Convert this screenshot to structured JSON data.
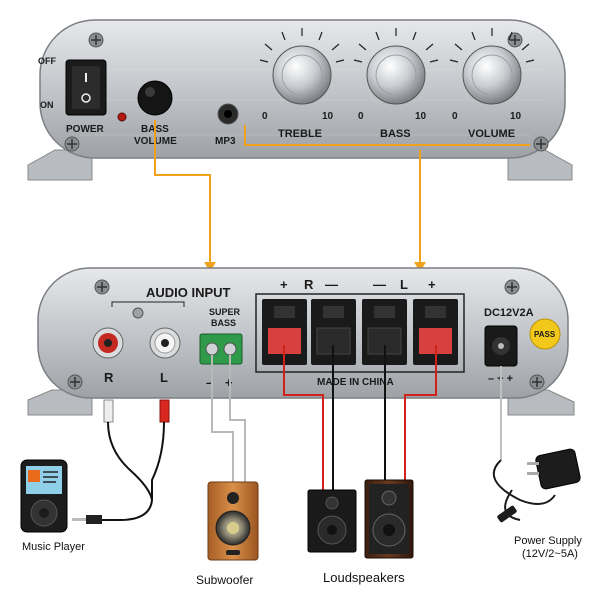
{
  "front_panel": {
    "switch_off": "OFF",
    "switch_on": "ON",
    "power": "POWER",
    "bass_volume_line1": "BASS",
    "bass_volume_line2": "VOLUME",
    "mp3": "MP3",
    "knobs": [
      {
        "name": "TREBLE",
        "min": "0",
        "max": "10"
      },
      {
        "name": "BASS",
        "min": "0",
        "max": "10"
      },
      {
        "name": "VOLUME",
        "min": "0",
        "max": "10"
      }
    ]
  },
  "rear_panel": {
    "audio_input": "AUDIO INPUT",
    "rca_right": "R",
    "rca_left": "L",
    "super_bass_line1": "SUPER",
    "super_bass_line2": "BASS",
    "sub_minus": "–",
    "sub_plus": "+",
    "speaker_plus_r": "+",
    "speaker_r": "R",
    "speaker_minus_r": "—",
    "speaker_minus_l": "—",
    "speaker_l": "L",
    "speaker_plus_l": "+",
    "made_in": "MADE IN CHINA",
    "dc_label": "DC12V2A",
    "dc_polarity": "– + +",
    "pass_sticker": "PASS"
  },
  "devices": {
    "music_player": "Music Player",
    "subwoofer": "Subwoofer",
    "loudspeakers": "Loudspeakers",
    "power_supply_line1": "Power Supply",
    "power_supply_line2": "(12V/2~5A)"
  },
  "colors": {
    "panel": "#c9ccd0",
    "orange_wire": "#f0a21a",
    "red_wire": "#d0211c",
    "speaker_wood": "#c9783a"
  }
}
